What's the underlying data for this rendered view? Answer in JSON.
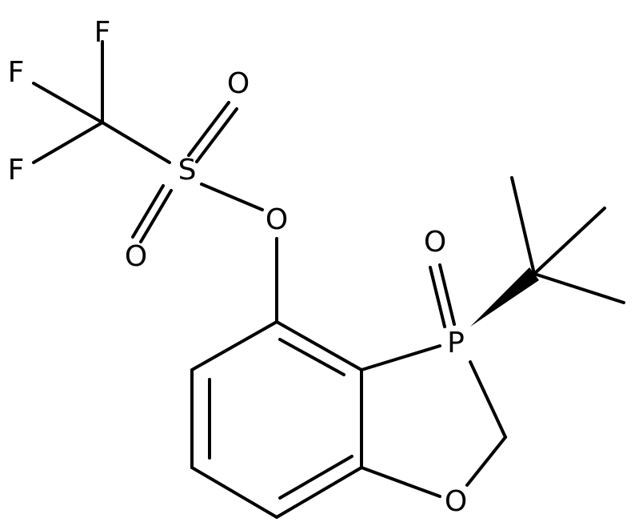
{
  "molecule": {
    "atoms": {
      "F_top": "F",
      "F_left": "F",
      "F_bottom": "F",
      "S": "S",
      "O_sulfonyl_upper": "O",
      "O_sulfonyl_lower": "O",
      "O_ester": "O",
      "O_phosphoryl": "O",
      "P": "P",
      "O_ring": "O"
    }
  }
}
